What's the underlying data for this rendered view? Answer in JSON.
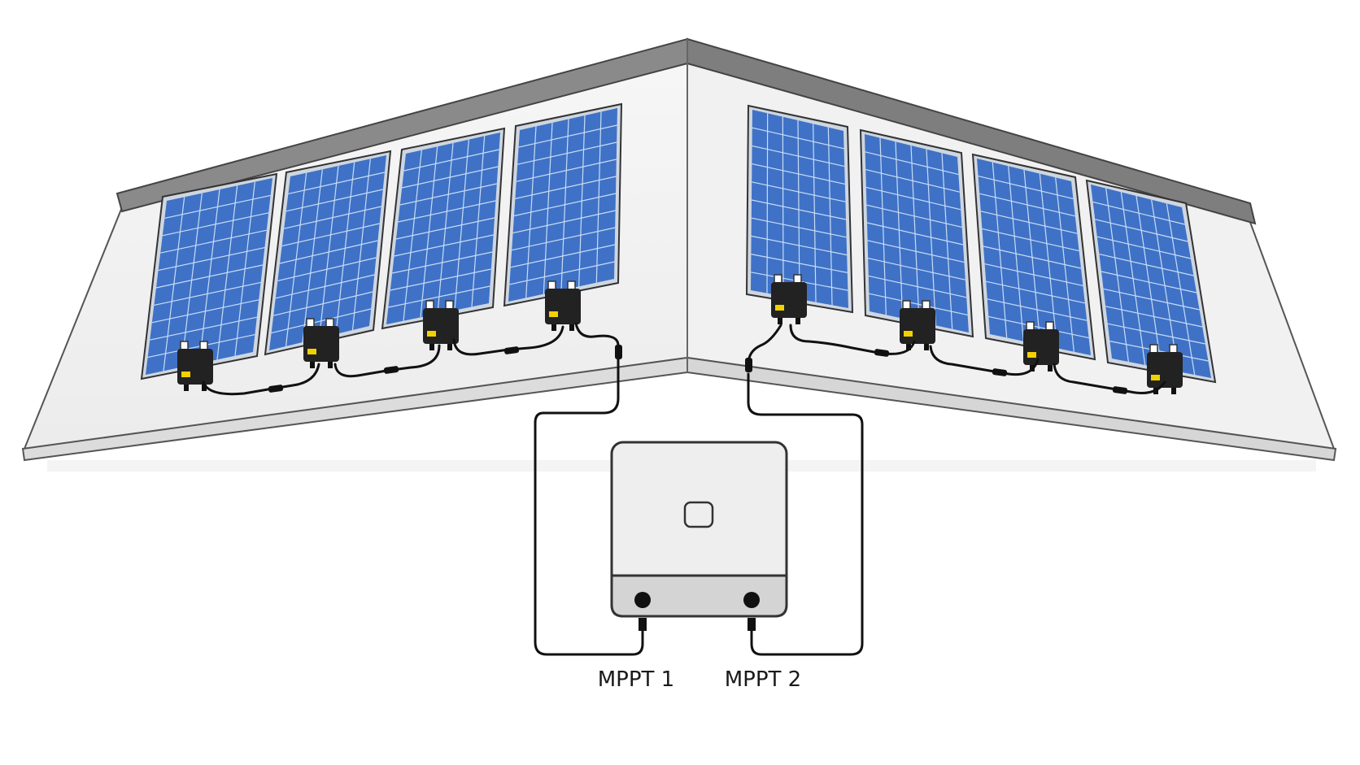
{
  "diagram": {
    "inverter": {
      "inputs": [
        {
          "label": "MPPT 1"
        },
        {
          "label": "MPPT 2"
        }
      ]
    },
    "roof": {
      "left_string_panels": 4,
      "right_string_panels": 4
    },
    "colors": {
      "panel_blue": "#3f72c6",
      "panel_grid": "#c9dcf5",
      "roof_face": "#eeeeee",
      "roof_ridge": "#8a8a8a",
      "optimizer": "#222222",
      "optimizer_label": "#f2d100",
      "cable": "#111111",
      "inverter_body": "#eeeeee",
      "inverter_bottom": "#d4d4d4"
    },
    "icons": [
      "solar-panel-icon",
      "power-optimizer-icon",
      "inverter-icon",
      "mc4-connector-icon"
    ]
  }
}
